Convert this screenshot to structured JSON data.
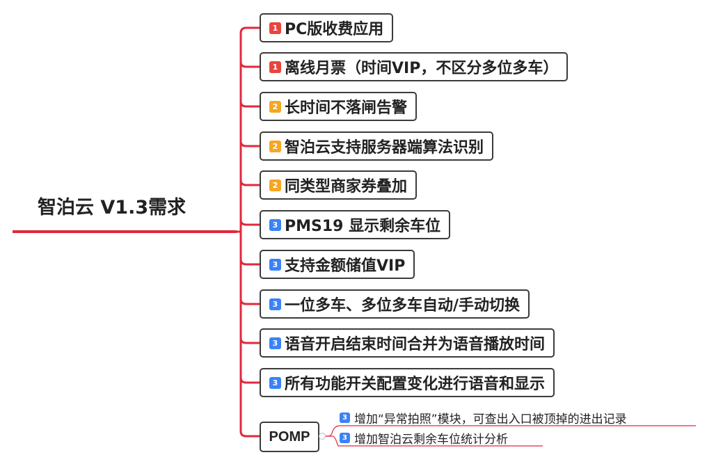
{
  "root": {
    "title": "智泊云 V1.3需求"
  },
  "branches": [
    {
      "priority": "1",
      "label": "PC版收费应用"
    },
    {
      "priority": "1",
      "label": "离线月票（时间VIP，不区分多位多车）"
    },
    {
      "priority": "2",
      "label": "长时间不落闸告警"
    },
    {
      "priority": "2",
      "label": "智泊云支持服务器端算法识别"
    },
    {
      "priority": "2",
      "label": "同类型商家券叠加"
    },
    {
      "priority": "3",
      "label": "PMS19 显示剩余车位"
    },
    {
      "priority": "3",
      "label": "支持金额储值VIP"
    },
    {
      "priority": "3",
      "label": "一位多车、多位多车自动/手动切换"
    },
    {
      "priority": "3",
      "label": "语音开启结束时间合并为语音播放时间"
    },
    {
      "priority": "3",
      "label": "所有功能开关配置变化进行语音和显示"
    }
  ],
  "pomp": {
    "label": "POMP",
    "children": [
      {
        "priority": "3",
        "label": "增加“异常拍照”模块，可查出入口被顶掉的进出记录"
      },
      {
        "priority": "3",
        "label": "增加智泊云剩余车位统计分析"
      }
    ]
  },
  "colors": {
    "branch_line": "#e0283c",
    "sub_line": "#e0283c",
    "p1": "#e8453c",
    "p2": "#f5a623",
    "p3": "#3b82f6"
  }
}
